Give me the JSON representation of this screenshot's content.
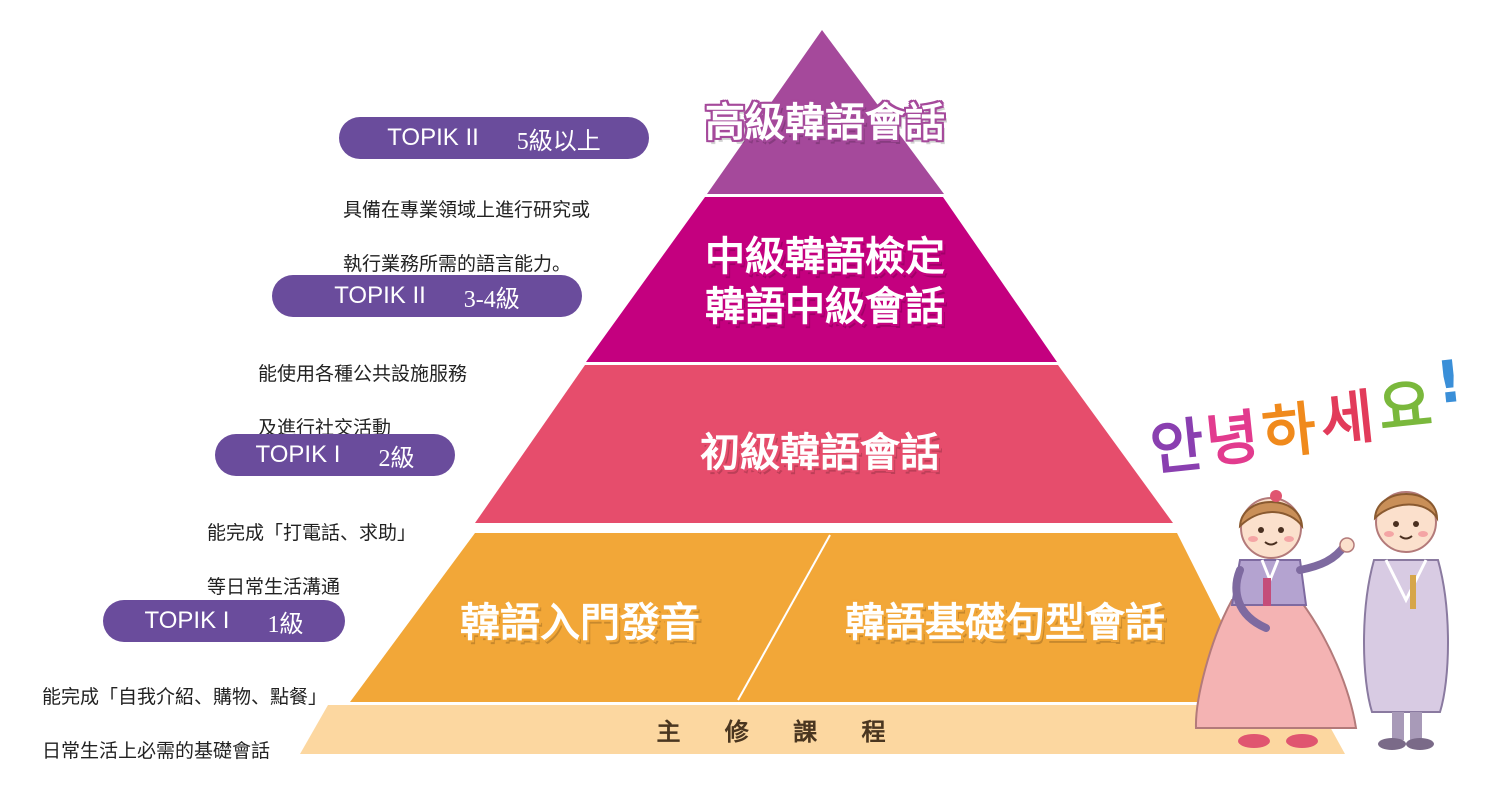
{
  "colors": {
    "tier_top": "#a5499b",
    "tier_mid": "#c4007f",
    "tier_low": "#e64d6c",
    "tier_base": "#f2a738",
    "foundation": "#fcd7a0",
    "badge": "#6a4c9c"
  },
  "pyramid": {
    "top": {
      "label": "高級韓語會話"
    },
    "mid": {
      "line1": "中級韓語檢定",
      "line2": "韓語中級會話"
    },
    "low": {
      "label": "初級韓語會話"
    },
    "base": {
      "left_label": "韓語入門發音",
      "right_label": "韓語基礎句型會話"
    },
    "foundation_label": "主 修 課 程"
  },
  "levels": [
    {
      "exam": "TOPIK II",
      "level": "5級以上",
      "desc_line1": "具備在專業領域上進行研究或",
      "desc_line2": "執行業務所需的語言能力。"
    },
    {
      "exam": "TOPIK II",
      "level": "3-4級",
      "desc_line1": "能使用各種公共設施服務",
      "desc_line2": "及進行社交活動"
    },
    {
      "exam": "TOPIK I",
      "level": "2級",
      "desc_line1": "能完成「打電話、求助」",
      "desc_line2": "等日常生活溝通"
    },
    {
      "exam": "TOPIK I",
      "level": "1級",
      "desc_line1": "能完成「自我介紹、購物、點餐」",
      "desc_line2": "日常生活上必需的基礎會話"
    }
  ],
  "greeting": {
    "chars": [
      "안",
      "녕",
      "하",
      "세",
      "요",
      "!"
    ],
    "colors": [
      "#8a3fb0",
      "#e23b8e",
      "#f08a1c",
      "#e23b5a",
      "#7ab83c",
      "#3a8fd8"
    ]
  },
  "illustration": {
    "icons": [
      "girl-in-hanbok-icon",
      "boy-in-hanbok-icon"
    ]
  }
}
